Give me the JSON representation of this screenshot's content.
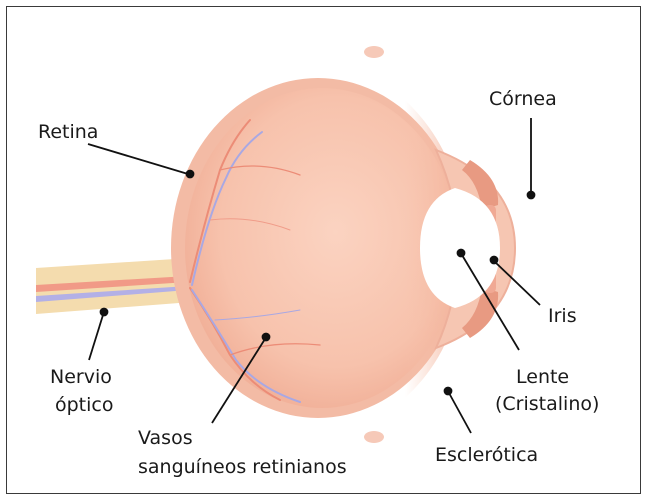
{
  "labels": {
    "retina": "Retina",
    "cornea": "Córnea",
    "iris": "Iris",
    "nervio_line1": "Nervio",
    "nervio_line2": "óptico",
    "lente_line1": "Lente",
    "lente_line2": "(Cristalino)",
    "vasos_line1": "Vasos",
    "vasos_line2": "sanguíneos retinianos",
    "esclerotica": "Esclerótica"
  },
  "colors": {
    "eyeball_fill": "#f7c7b4",
    "sclera_edge": "#f2b39c",
    "vitreous_shadow": "#eea891",
    "lens": "#ffffff",
    "iris": "#e8947a",
    "vessel_red": "#e77f6a",
    "vessel_blue": "#a9a8e3",
    "nerve": "#f3d6a8",
    "leader": "#111111"
  }
}
